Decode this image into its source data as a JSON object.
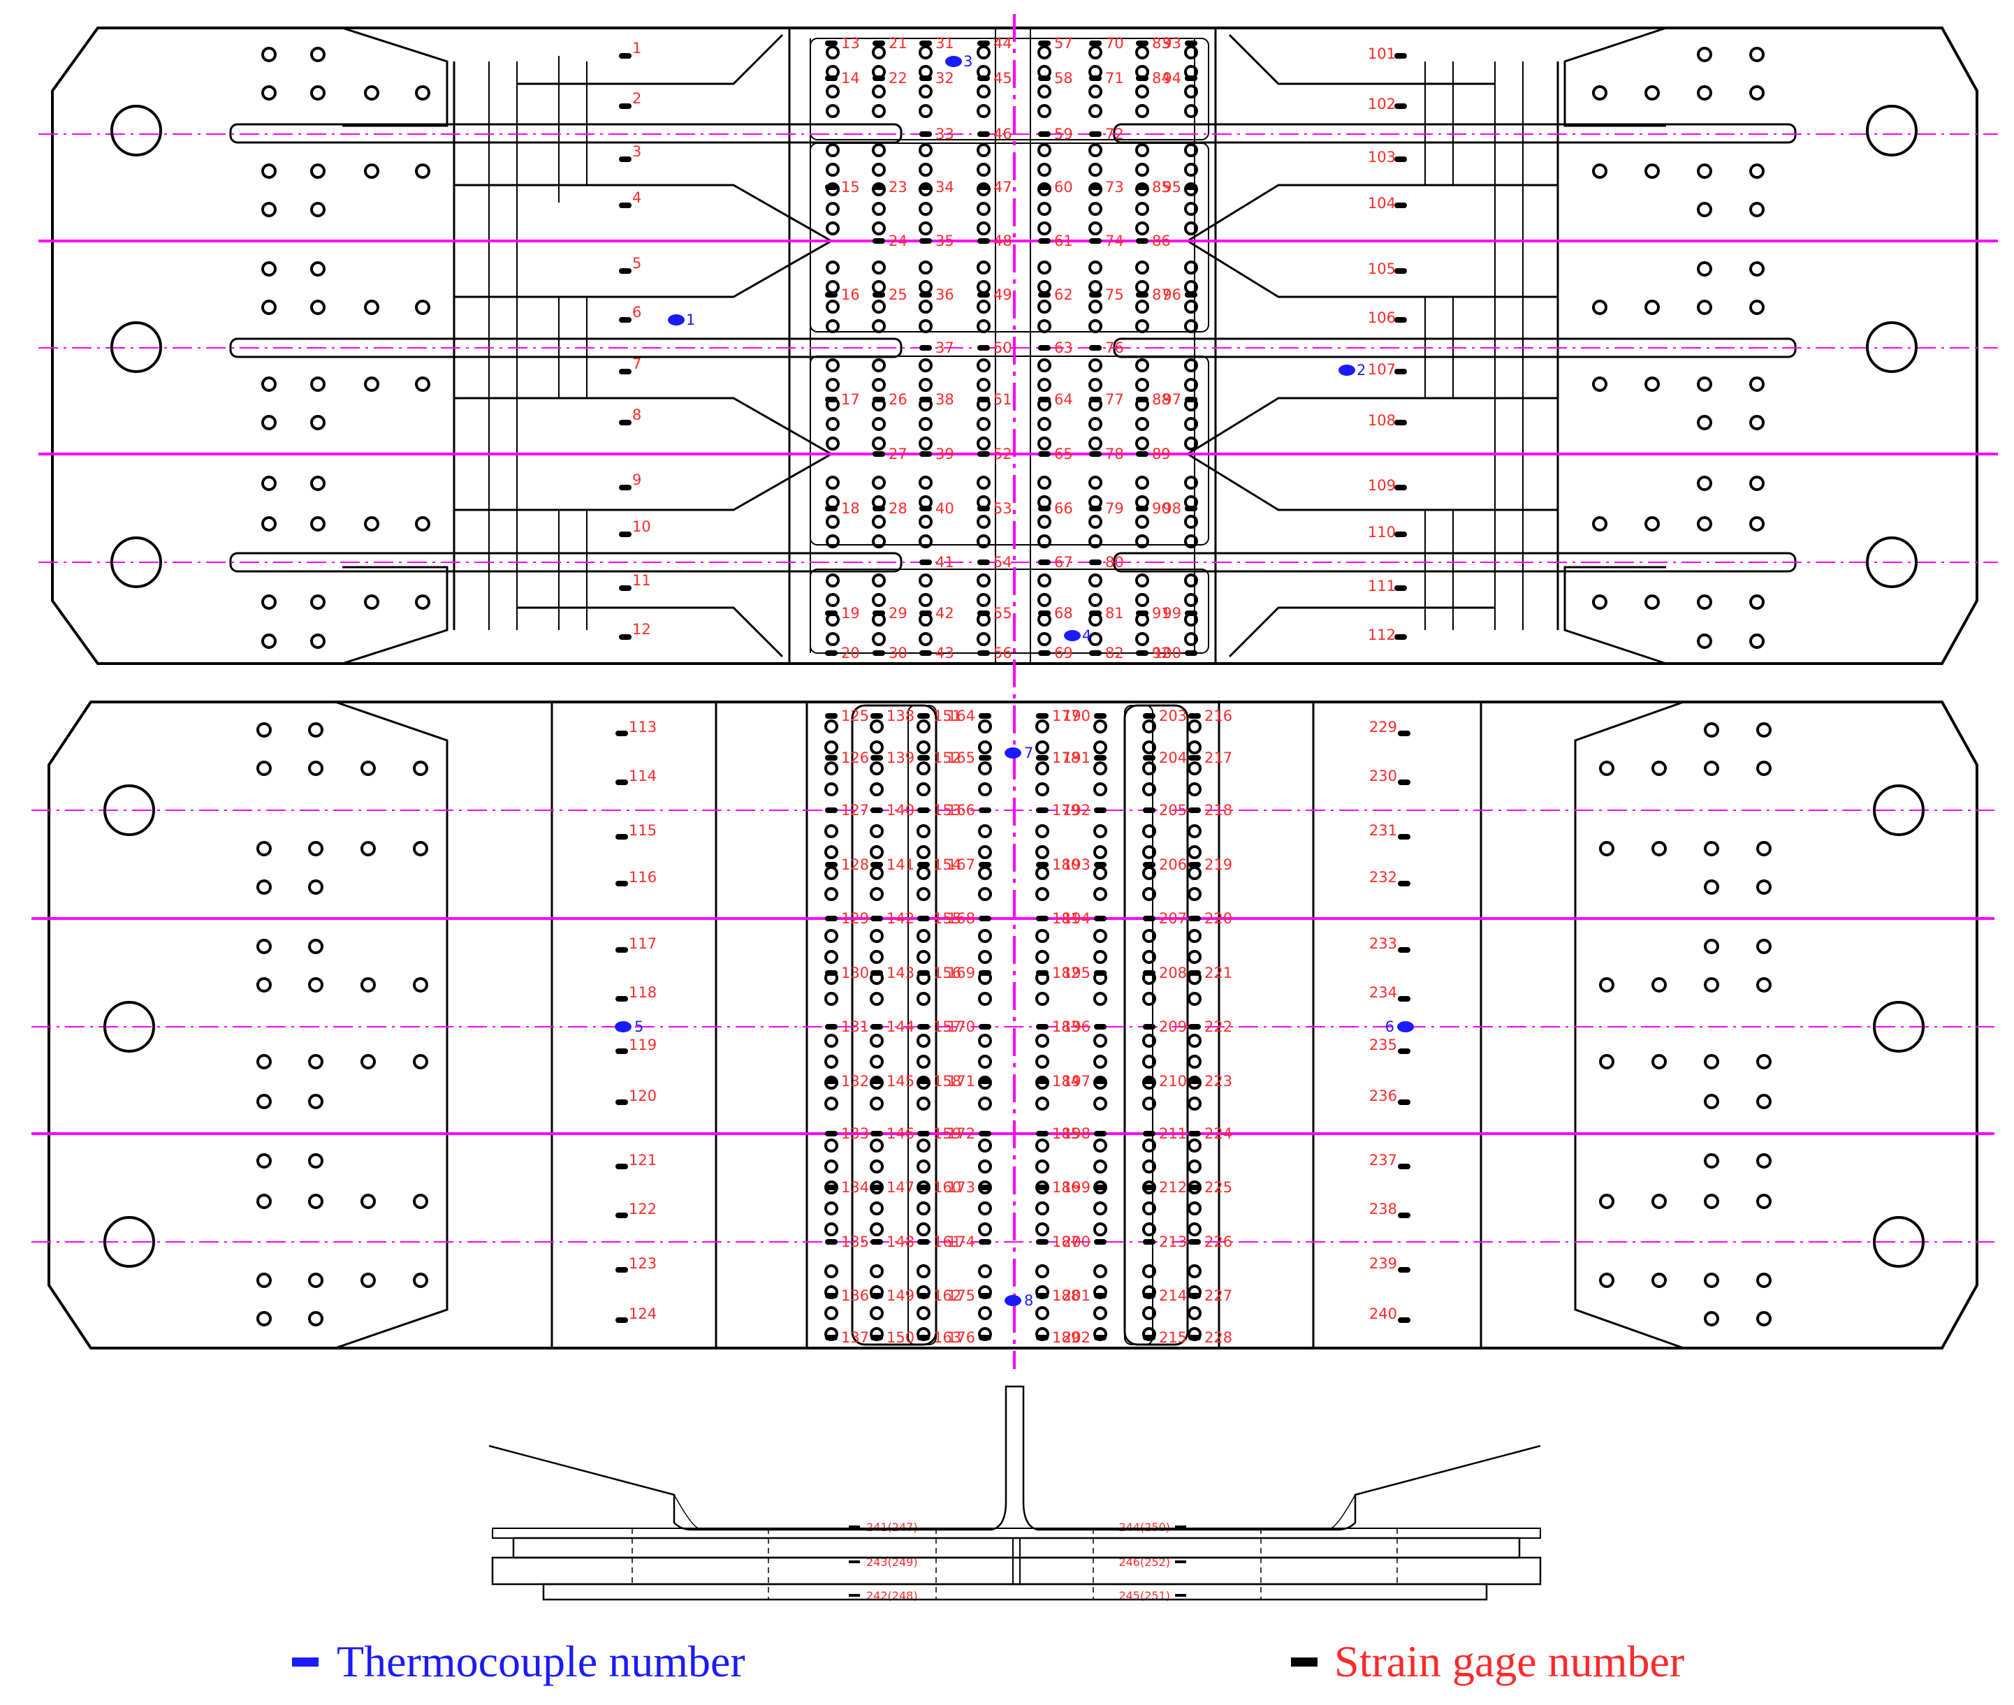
{
  "legend": {
    "thermocouple": "Thermocouple number",
    "strain": "Strain gage number"
  },
  "colors": {
    "strain_text": "#ff2a2a",
    "thermo": "#1a1aff",
    "centerline": "#ff00ff",
    "outline": "#000000"
  },
  "top_plate": {
    "left_col": [
      "1",
      "2",
      "3",
      "4",
      "5",
      "6",
      "7",
      "8",
      "9",
      "10",
      "11",
      "12"
    ],
    "right_col": [
      "101",
      "102",
      "103",
      "104",
      "105",
      "106",
      "107",
      "108",
      "109",
      "110",
      "111",
      "112"
    ],
    "center_left_a": [
      "13",
      "14",
      "15",
      "16",
      "17",
      "18",
      "19",
      "20"
    ],
    "center_left_b": [
      "21",
      "22",
      "23",
      "24",
      "25",
      "26",
      "27",
      "28",
      "29",
      "30"
    ],
    "center_left_c": [
      "31",
      "32",
      "33",
      "34",
      "35",
      "36",
      "37",
      "38",
      "39",
      "40",
      "41",
      "42",
      "43"
    ],
    "center_left_d": [
      "44",
      "45",
      "46",
      "47",
      "48",
      "49",
      "50",
      "51",
      "52",
      "53",
      "54",
      "55",
      "56"
    ],
    "center_right_a": [
      "57",
      "58",
      "59",
      "60",
      "61",
      "62",
      "63",
      "64",
      "65",
      "66",
      "67",
      "68",
      "69"
    ],
    "center_right_b": [
      "70",
      "71",
      "72",
      "73",
      "74",
      "75",
      "76",
      "77",
      "78",
      "79",
      "80",
      "81",
      "82"
    ],
    "center_right_c": [
      "83",
      "84",
      "85",
      "86",
      "87",
      "88",
      "89",
      "90",
      "91",
      "92"
    ],
    "center_right_d": [
      "93",
      "94",
      "95",
      "96",
      "97",
      "98",
      "99",
      "100"
    ],
    "thermocouples": [
      "1",
      "2",
      "3",
      "4"
    ]
  },
  "bottom_plate": {
    "left_col": [
      "113",
      "114",
      "115",
      "116",
      "117",
      "118",
      "119",
      "120",
      "121",
      "122",
      "123",
      "124"
    ],
    "right_col": [
      "229",
      "230",
      "231",
      "232",
      "233",
      "234",
      "235",
      "236",
      "237",
      "238",
      "239",
      "240"
    ],
    "c1": [
      "125",
      "126",
      "127",
      "128",
      "129",
      "130",
      "131",
      "132",
      "133",
      "134",
      "135",
      "136",
      "137"
    ],
    "c2": [
      "138",
      "139",
      "140",
      "141",
      "142",
      "143",
      "144",
      "145",
      "146",
      "147",
      "148",
      "149",
      "150"
    ],
    "c3": [
      "151",
      "152",
      "153",
      "154",
      "155",
      "156",
      "157",
      "158",
      "159",
      "160",
      "161",
      "162",
      "163"
    ],
    "c4": [
      "164",
      "165",
      "166",
      "167",
      "168",
      "169",
      "170",
      "171",
      "172",
      "173",
      "174",
      "175",
      "176"
    ],
    "c5": [
      "177",
      "178",
      "179",
      "180",
      "181",
      "182",
      "183",
      "184",
      "185",
      "186",
      "187",
      "188",
      "189"
    ],
    "c6": [
      "190",
      "191",
      "192",
      "193",
      "194",
      "195",
      "196",
      "197",
      "198",
      "199",
      "200",
      "201",
      "202"
    ],
    "c7": [
      "203",
      "204",
      "205",
      "206",
      "207",
      "208",
      "209",
      "210",
      "211",
      "212",
      "213",
      "214",
      "215"
    ],
    "c8": [
      "216",
      "217",
      "218",
      "219",
      "220",
      "221",
      "222",
      "223",
      "224",
      "225",
      "226",
      "227",
      "228"
    ],
    "thermocouples": [
      "5",
      "6",
      "7",
      "8"
    ]
  },
  "section": {
    "left": [
      "241(247)",
      "243(249)",
      "242(248)"
    ],
    "right": [
      "244(250)",
      "246(252)",
      "245(251)"
    ]
  }
}
